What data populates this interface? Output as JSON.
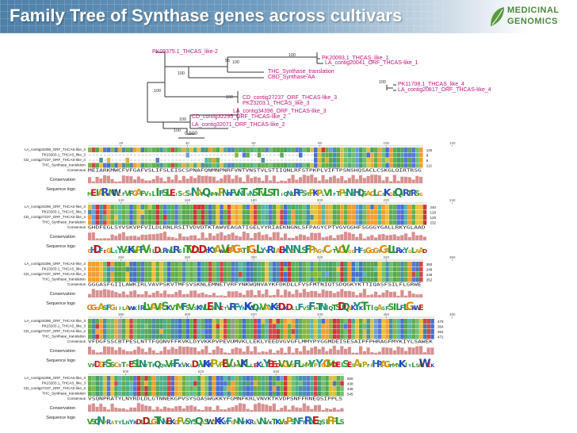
{
  "slide": {
    "title": "Family Tree of Synthase genes across cultivars"
  },
  "logo": {
    "line1": "MEDICINAL",
    "line2": "GENOMICS",
    "brand_color": "#4b8a3a"
  },
  "tree": {
    "leaves": [
      "PK09375.1_THCAS_like-2",
      "PK20093.1_THCAS_like_1",
      "LA_contig20041_ORF_THCAS-like_1",
      "THC_Synthase_translation",
      "CBD_Synthase-AA",
      "PK11708.1_THCAS_like_4",
      "LA_contig20817_ORF_THCAS-like_4",
      "CD_contig27237_ORF_THCAS-like_3",
      "PK23203.1_THCAS_like_3",
      "LA_contig34396_ORF_THCAS-like_3",
      "CD_contig32295_ORF_THCAS-like_2",
      "LA_contig32071_ORF_THCAS-like_2"
    ],
    "bootstraps": [
      "100",
      "55",
      "100",
      "100",
      "100",
      "100",
      "100",
      "100",
      "100"
    ],
    "scale_label": "0.500",
    "leaf_color": "#c0147a"
  },
  "alignment": {
    "row_labels": [
      "LA_contig34396_ORF_THCAS-like_3",
      "PK23203.1_THCAS_like_3",
      "CD_contig27237_ORF_THCAS-like_3",
      "THC_Synthase_translation",
      "Consensus"
    ],
    "track_labels": {
      "conservation": "Conservation",
      "logo": "Sequence logo"
    },
    "blocks": [
      {
        "ruler": [
          "20",
          "40",
          "60",
          "80",
          "100",
          "120"
        ],
        "consensus": "MEIARKMWCFVFGAFVSLIFSLEISCSPNAFQNMNPNRFVNTVNSTVLSTIIQNLRFSTPKPLVIFTPSNSHQSACLCSKGLQIRTRSG",
        "logo": "MLIARKMVY FEFGAFVS LIFSLEISCSP NAFQNMNPN ...VLNSTIQNLR F-S-TPKPL VIVTPSNSH QSACLCSK GLQIRTRSG",
        "ends": [
          "120",
          "8",
          "8",
          "112"
        ]
      },
      {
        "ruler": [
          "140",
          "160",
          "180",
          "200",
          "220",
          "240"
        ],
        "consensus": "GHDFEGLSYVSKVPFVILDLRNLRSITVDVDTKTAWVEAGATIGELYYRIAEKNGNLSFPAGYCPTVGVGGHFSGGGYGALLRKYGLAAD",
        "logo": "GHDFEGASYV SKVPFVIVD LRNMRSITVDV DTKTAWVEAG ATIGELYYRI AEKNENLSFP AGYCPTVGVG GHFSGGGYGA LLRKYGLAAD",
        "ends": [
          "240",
          "128",
          "128",
          "232"
        ]
      },
      {
        "ruler": [
          "260",
          "280",
          "300",
          "320",
          "340",
          "360"
        ],
        "consensus": "GGGASFGIILAWKIRLVAVPSKVTMFSVSKNLEMNETVRFYNKWQNVAYKFDKDLLFVSFMTNIQTSDQGKYKTTIQASFSILFLGRWE",
        "logo": "GGGASFGIIL AWKIRLVAVP SKVTMFSVSK NLEMNETVRF YNKWQNVAYK FDKDLLFVSF MTNIQTSDQG KYKTTIQASF SILFLGRWE",
        "ends": [
          "360",
          "248",
          "248",
          "352"
        ]
      },
      {
        "ruler": [
          "380",
          "400",
          "420",
          "440",
          "460",
          "480"
        ],
        "consensus": "VFDGFSSCBTPESLNTTFQQNVFFKVKLDYVKKPVPEVUMVKLLEKLYEEDVGVGFLMMYPYGGMDEISESAIPFPHRAGFMYKIYLSAWEK",
        "logo": "VFDGFSSCBT P---ESLLN TTFQQNVFFK VKLDYVKKPV PEVUMVKLLE KLYEEDVGVG FLMMYPYGGM DEISESAIPF PHRAGFMYKI",
        "ends": [
          "476",
          "364",
          "364",
          "472"
        ]
      },
      {
        "ruler": [
          "500",
          "520",
          "540"
        ],
        "consensus": "VSQNPRATYLNYRDLDLGTNNEKGPVSYSQASWGKKYFGMNFKRLVNVKTKVDPSNFFRNEQSIPPLS",
        "logo": "VSQNPRATYL NYRDLDLGTN NEKGPVSYSQ ASWGKKYFGM NFKRLVNVKT KVDPSNFFRN EQSIPPLS",
        "ends": [
          "550",
          "438",
          "438",
          "545"
        ]
      }
    ]
  }
}
